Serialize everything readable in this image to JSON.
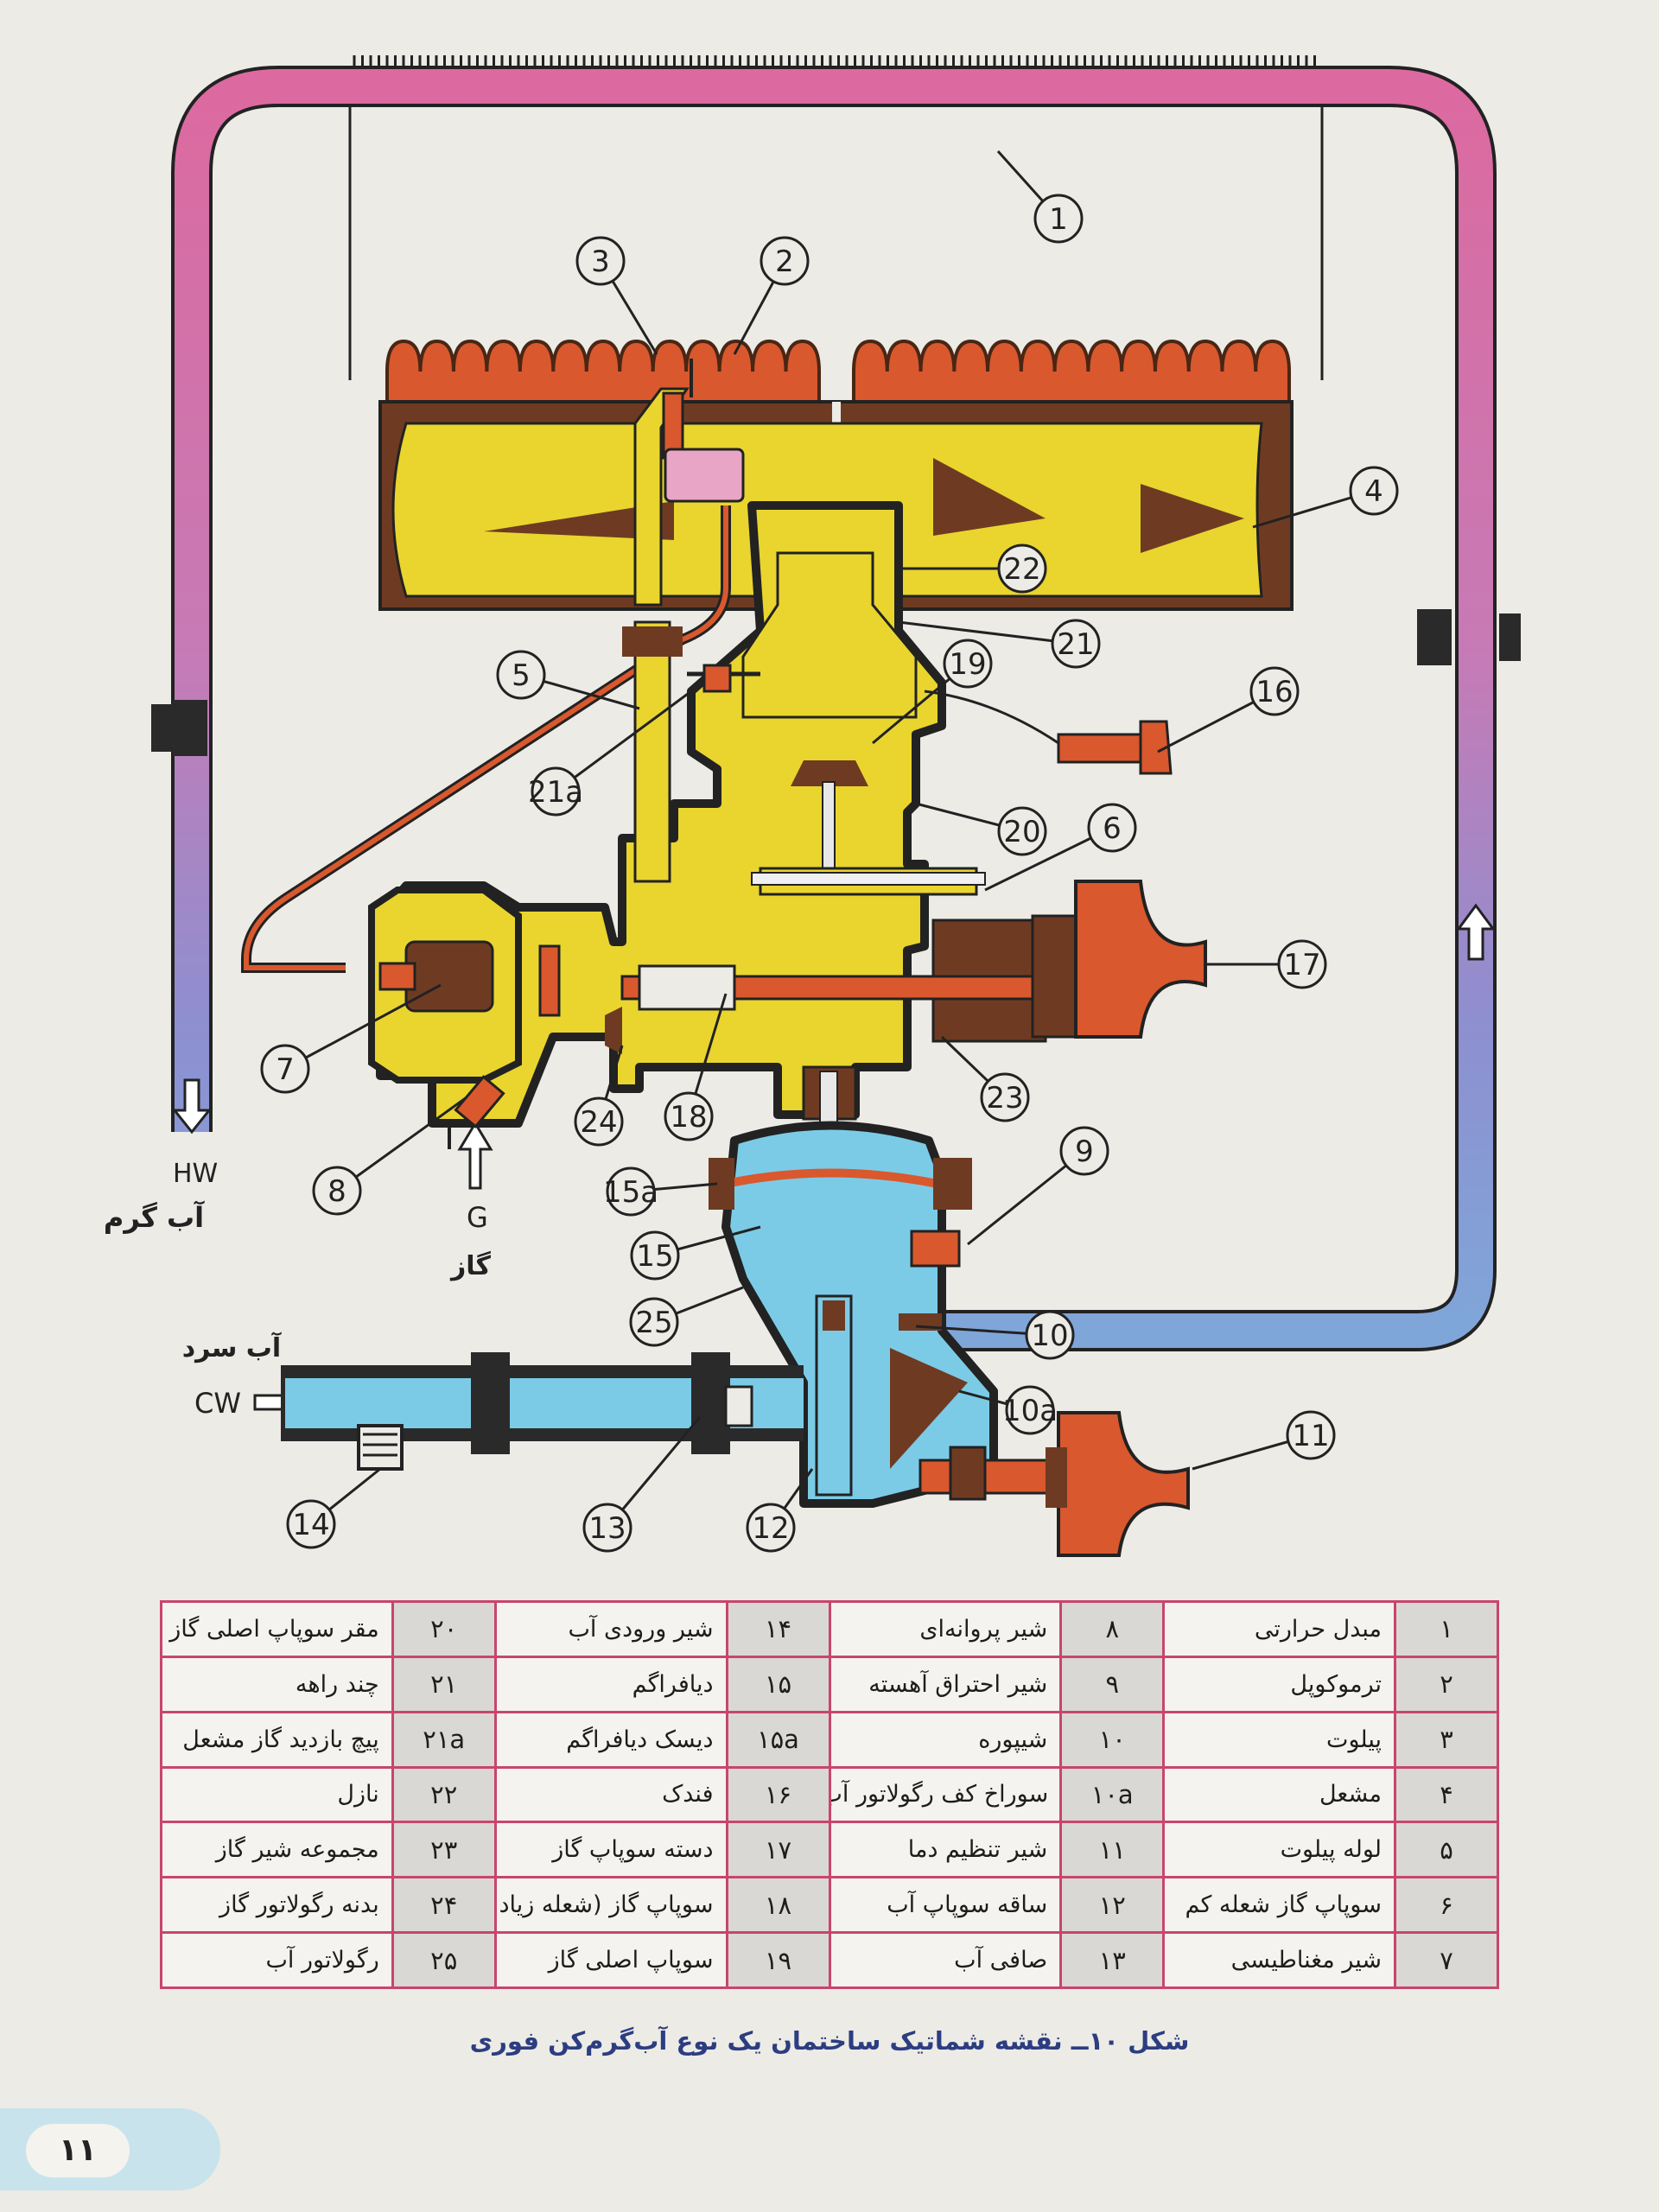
{
  "diagram": {
    "callouts": [
      "1",
      "2",
      "3",
      "4",
      "5",
      "6",
      "7",
      "8",
      "9",
      "10",
      "10a",
      "11",
      "12",
      "13",
      "14",
      "15",
      "15a",
      "16",
      "17",
      "18",
      "19",
      "20",
      "21",
      "21a",
      "22",
      "23",
      "24",
      "25"
    ],
    "labels": {
      "hw": "HW",
      "hot_water": "آب گرم",
      "gas_letter": "G",
      "gas": "گاز",
      "cold_water": "آب سرد",
      "cw": "CW"
    }
  },
  "legend": {
    "rows": [
      [
        {
          "n": "۱",
          "t": "مبدل حرارتی"
        },
        {
          "n": "۸",
          "t": "شیر پروانه‌ای"
        },
        {
          "n": "۱۴",
          "t": "شیر ورودی آب"
        },
        {
          "n": "۲۰",
          "t": "مقر سوپاپ اصلی گاز"
        }
      ],
      [
        {
          "n": "۲",
          "t": "ترموکوپل"
        },
        {
          "n": "۹",
          "t": "شیر احتراق آهسته"
        },
        {
          "n": "۱۵",
          "t": "دیافراگم"
        },
        {
          "n": "۲۱",
          "t": "چند راهه"
        }
      ],
      [
        {
          "n": "۳",
          "t": "پیلوت"
        },
        {
          "n": "۱۰",
          "t": "شیپوره"
        },
        {
          "n": "۱۵a",
          "t": "دیسک دیافراگم"
        },
        {
          "n": "۲۱a",
          "t": "پیچ بازدید گاز مشعل"
        }
      ],
      [
        {
          "n": "۴",
          "t": "مشعل"
        },
        {
          "n": "۱۰a",
          "t": "سوراخ کف رگولاتور آب"
        },
        {
          "n": "۱۶",
          "t": "فندک"
        },
        {
          "n": "۲۲",
          "t": "نازل"
        }
      ],
      [
        {
          "n": "۵",
          "t": "لوله پیلوت"
        },
        {
          "n": "۱۱",
          "t": "شیر تنظیم دما"
        },
        {
          "n": "۱۷",
          "t": "دسته سوپاپ گاز"
        },
        {
          "n": "۲۳",
          "t": "مجموعه شیر گاز"
        }
      ],
      [
        {
          "n": "۶",
          "t": "سوپاپ گاز شعله کم"
        },
        {
          "n": "۱۲",
          "t": "ساقه سوپاپ آب"
        },
        {
          "n": "۱۸",
          "t": "سوپاپ گاز (شعله زیاد و پیلوت)"
        },
        {
          "n": "۲۴",
          "t": "بدنه رگولاتور گاز"
        }
      ],
      [
        {
          "n": "۷",
          "t": "شیر مغناطیسی"
        },
        {
          "n": "۱۳",
          "t": "صافی آب"
        },
        {
          "n": "۱۹",
          "t": "سوپاپ اصلی گاز"
        },
        {
          "n": "۲۵",
          "t": "رگولاتور آب"
        }
      ]
    ]
  },
  "caption": "شکل ۱۰ــ نقشه شماتیک ساختمان یک نوع آب‌گرم‌کن فوری",
  "page_number": "۱۱",
  "colors": {
    "hot_pipe": "#d8679a",
    "cold_pipe": "#86a8d6",
    "gas_body": "#e9d52e",
    "water_body": "#7ccbe6",
    "burner_brown": "#6e3b22",
    "flame_orange": "#d9582e",
    "table_border": "#c8456f"
  }
}
